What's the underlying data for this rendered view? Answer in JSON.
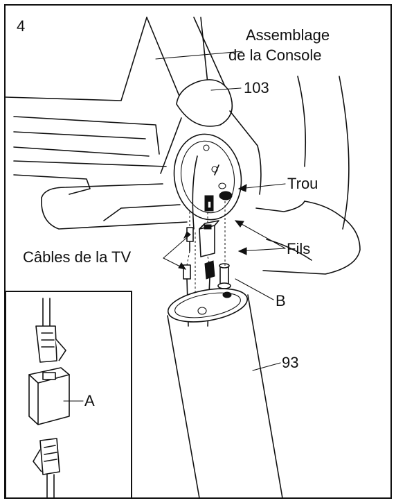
{
  "step_number": "4",
  "labels": {
    "console_line1": "Assemblage",
    "console_line2": "de la Console",
    "part_103": "103",
    "hole": "Trou",
    "tv_cables": "Câbles de la TV",
    "wires": "Fils",
    "part_b": "B",
    "part_93": "93",
    "part_a": "A"
  }
}
